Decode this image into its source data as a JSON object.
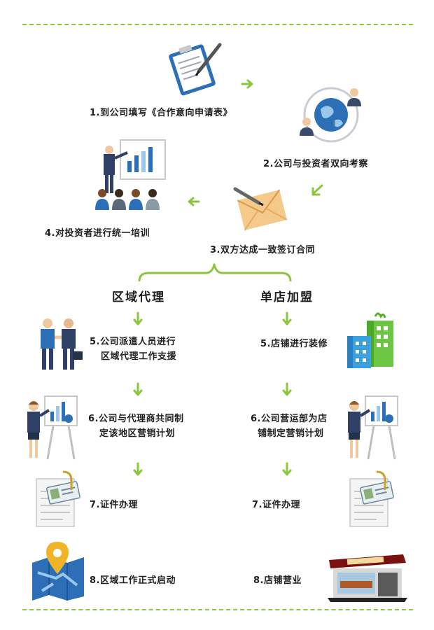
{
  "colors": {
    "accent": "#8cc63f",
    "text": "#1f1f1f",
    "blue": "#2d6fb7"
  },
  "icons": [
    "clipboard-pen-icon",
    "globe-people-icon",
    "envelope-pen-icon",
    "presentation-training-icon",
    "handshake-icon",
    "buildings-icon",
    "presenter-icon",
    "certificate-icon",
    "map-pin-icon",
    "storefront-icon"
  ],
  "steps": {
    "s1": "1.到公司填写《合作意向申请表》",
    "s2": "2.公司与投资者双向考察",
    "s3": "3.双方达成一致签订合同",
    "s4": "4.对投资者进行统一培训"
  },
  "branches": {
    "left": "区域代理",
    "right": "单店加盟"
  },
  "left": {
    "s5a": "5.公司派遣人员进行",
    "s5b": "区域代理工作支援",
    "s6a": "6.公司与代理商共同制",
    "s6b": "定该地区营销计划",
    "s7": "7.证件办理",
    "s8": "8.区域工作正式启动"
  },
  "right": {
    "s5": "5.店铺进行装修",
    "s6a": "6.公司营运部为店",
    "s6b": "铺制定营销计划",
    "s7": "7.证件办理",
    "s8": "8.店铺营业"
  }
}
